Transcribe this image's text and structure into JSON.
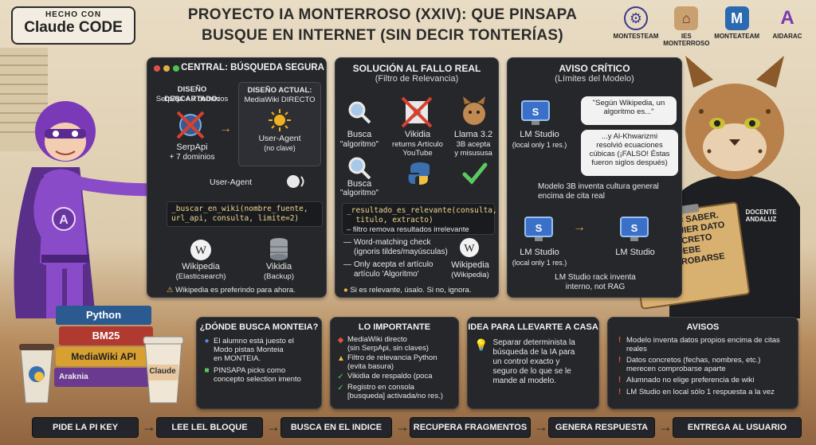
{
  "brand": {
    "small": "HECHO CON",
    "big": "Claude CODE"
  },
  "title": {
    "line1": "PROYECTO IA MONTERROSO (XXIV): QUE PINSAPA",
    "line2": "BUSQUE EN INTERNET (SIN DECIR TONTERÍAS)"
  },
  "logos": [
    {
      "label": "MONTESTEAM",
      "icon": "gear-icon",
      "color": "#3a3a8a"
    },
    {
      "label": "IES MONTERROSO",
      "icon": "school-icon",
      "color": "#b04030"
    },
    {
      "label": "MONTEATEAM",
      "icon": "m-logo-icon",
      "color": "#2a6ab0"
    },
    {
      "label": "AIDARAC",
      "icon": "a-logo-icon",
      "color": "#7a3ab0"
    }
  ],
  "panel_central": {
    "title": "CENTRAL: BÚSQUEDA SEGURA",
    "discarded_title": "DISEÑO DESCARTADO:",
    "discarded_sub": "SerpApi + 7 dominios",
    "current_title": "DISEÑO ACTUAL:",
    "current_sub": "MediaWiki DIRECTO",
    "serp_label": "SerpApi",
    "serp_sub": "+ 7 dominios",
    "ua_label": "User-Agent",
    "ua_sub": "(no clave)",
    "ua_label2": "User-Agent",
    "code": "_buscar_en_wiki(nombre_fuente,\nurl_api, consulta, limite=2)",
    "wiki_label": "Wikipedia",
    "wiki_sub": "(Elasticsearch)",
    "vikidia_label": "Vikidia",
    "vikidia_sub": "(Backup)",
    "note": "Wikipedia es preferindo para ahora."
  },
  "panel_solucion": {
    "title": "SOLUCIÓN AL FALLO REAL",
    "subtitle": "(Filtro de Relevancia)",
    "busca1": "Busca",
    "busca1_q": "\"algoritmo\"",
    "vikidia1": "Vikidia",
    "vikidia1_sub": "returns Artículo\nYouTube",
    "llama": "Llama 3.2",
    "llama_sub": "3B acepta\ny misususa",
    "busca2": "Busca",
    "busca2_q": "\"algoritmo\"",
    "code": "_resultado_es_relevante(consulta,\n  titulo, extracto)",
    "code_note": "– filtro remova resultados irrelevante",
    "check1": "Word-matching check\n(ignoris tildes/mayúsculas)",
    "check2": "Only acepta el artículo\nartículo 'Algoritmo'",
    "wiki2": "Wikipedia",
    "wiki2_sub": "(Wikipedia)",
    "note": "Si es relevante, úsalo. Si no, ignora."
  },
  "panel_aviso": {
    "title": "AVISO CRÍTICO",
    "subtitle": "(Límites del Modelo)",
    "lm1": "LM Studio",
    "lm1_sub": "(local only 1 res.)",
    "bubble1": "\"Según Wikipedia, un\nalgoritmo es...\"",
    "bubble2": "...y Al-Khwarizmi\nresolvió ecuaciones\ncúbicas (¡FALSO! Éstas\nfueron siglos después)",
    "inventa": "Modelo 3B inventa cultura general\nencima de cita real",
    "lm2": "LM Studio",
    "lm2_sub": "(local only 1 res.)",
    "lm3": "LM Studio",
    "rack": "LM Studio rack inventa\ninterno, not RAG"
  },
  "clipboard": {
    "label": "DOCENTE\nANDALUZ",
    "text": "CITAR ≠ SABER.\nCUALQUIER DATO\nCONCRETO\nDEBE\nCOMPROBARSE"
  },
  "books": [
    "Python",
    "BM25",
    "MediaWiki API",
    "Araknia"
  ],
  "cup": "Claude",
  "box_donde": {
    "title": "¿DÓNDE BUSCA MONTEIA?",
    "items": [
      "El alumno está juesto el\nModo pistas Monteia\nen MONTEIA.",
      "PINSAPA picks como\nconcepto selection imento"
    ]
  },
  "box_importante": {
    "title": "LO IMPORTANTE",
    "items": [
      "MediaWiki directo\n(sin SerpApi, sin claves)",
      "Filtro de relevancia Python\n(evita basura)",
      "Vikidia de respaldo (poca",
      "Registro en consola\n[busqueda] activada/no res.)"
    ]
  },
  "box_idea": {
    "title": "IDEA PARA LLEVARTE A CASA",
    "text": "Separar determinista la\nbúsqueda de la IA para\nun control exacto y\nseguro de lo que se le\nmande al modelo."
  },
  "box_avisos": {
    "title": "AVISOS",
    "items": [
      "Modelo inventa datos propios encima de citas\nreales",
      "Datos concretos (fechas, nombres, etc.)\nmerecen comprobarse aparte",
      "Alumnado no elige preferencia de wiki",
      "LM Studio en local sólo 1 respuesta a la vez"
    ]
  },
  "flow": [
    "PIDE LA PI KEY",
    "LEE LEL BLOQUE",
    "BUSCA EN EL INDICE",
    "RECUPERA FRAGMENTOS",
    "GENERA RESPUESTA",
    "ENTREGA AL USUARIO"
  ]
}
